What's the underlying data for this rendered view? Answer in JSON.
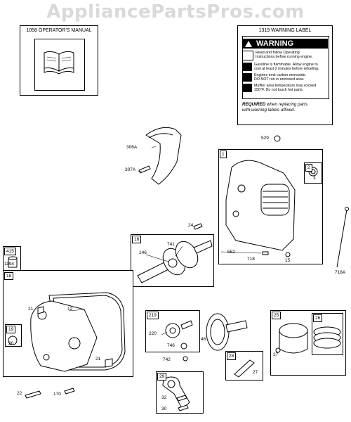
{
  "watermark": "AppliancePartsPros.com",
  "manual": {
    "number": "1058",
    "title": "OPERATOR'S MANUAL"
  },
  "warning_label": {
    "number": "1319",
    "title": "WARNING LABEL",
    "heading": "WARNING",
    "lines": [
      [
        "Read and follow Operating",
        "Instructions before running engine."
      ],
      [
        "Gasoline is flammable. Allow engine to",
        "cool at least 2 minutes before refueling."
      ],
      [
        "Engines emit carbon monoxide.",
        "DO NOT run in enclosed area."
      ],
      [
        "Muffler area temperature may exceed",
        "150°F. Do not touch hot parts."
      ]
    ],
    "required_bold": "REQUIRED",
    "required_text": "when replacing parts",
    "required_text2": "with warning labels affixed."
  },
  "labels": {
    "l306A": "306A",
    "l307A": "307A",
    "l529": "529",
    "l1": "1",
    "l2": "2",
    "l3": "3",
    "l24": "24",
    "l552": "552",
    "l718": "718",
    "l15": "15",
    "l718A": "718A",
    "l16": "16",
    "l741": "741",
    "l146": "146",
    "l415": "415",
    "l1194": "1194",
    "l18": "18",
    "l21a": "21",
    "l12": "12",
    "l19": "19",
    "l20": "20",
    "l21b": "21",
    "l22": "22",
    "l170": "170",
    "l219": "219",
    "l220": "220",
    "l46": "46",
    "l746": "746",
    "l742": "742",
    "l25": "25",
    "l26": "26",
    "l27": "27",
    "l28": "28",
    "l27b": "27",
    "l29": "29",
    "l32": "32",
    "l30": "30"
  }
}
